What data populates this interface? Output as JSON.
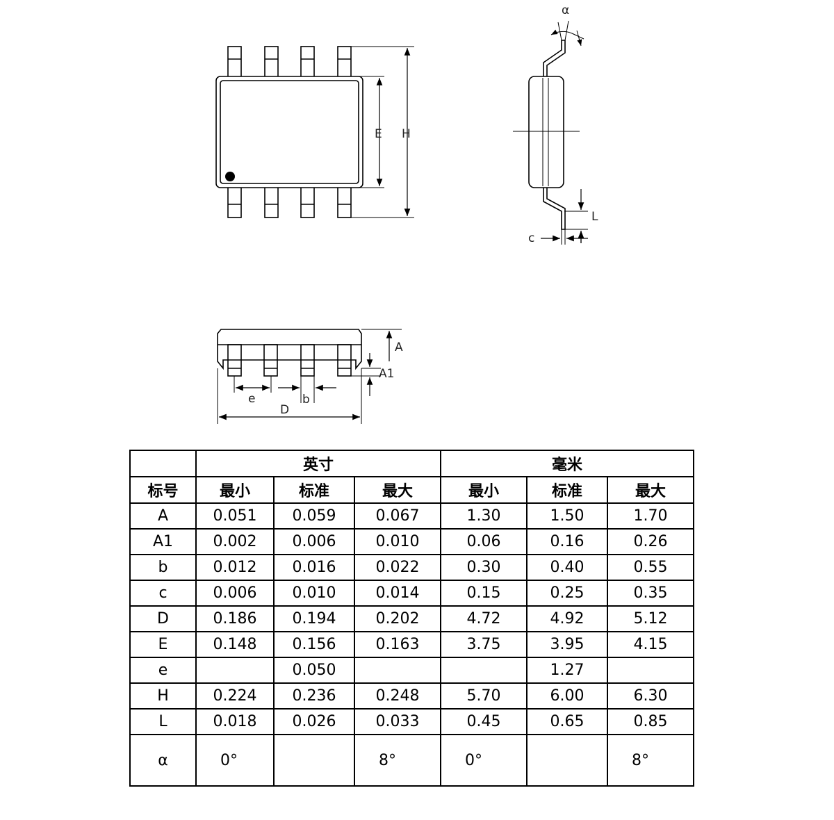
{
  "labels": {
    "E": "E",
    "H": "H",
    "alpha": "α",
    "L": "L",
    "c": "c",
    "A": "A",
    "A1": "A1",
    "e": "e",
    "b": "b",
    "D": "D"
  },
  "table": {
    "group_inch": "英寸",
    "group_mm": "毫米",
    "col_symbol": "标号",
    "col_min": "最小",
    "col_nom": "标准",
    "col_max": "最大",
    "rows": [
      {
        "sym": "A",
        "in_min": "0.051",
        "in_nom": "0.059",
        "in_max": "0.067",
        "mm_min": "1.30",
        "mm_nom": "1.50",
        "mm_max": "1.70"
      },
      {
        "sym": "A1",
        "in_min": "0.002",
        "in_nom": "0.006",
        "in_max": "0.010",
        "mm_min": "0.06",
        "mm_nom": "0.16",
        "mm_max": "0.26"
      },
      {
        "sym": "b",
        "in_min": "0.012",
        "in_nom": "0.016",
        "in_max": "0.022",
        "mm_min": "0.30",
        "mm_nom": "0.40",
        "mm_max": "0.55"
      },
      {
        "sym": "c",
        "in_min": "0.006",
        "in_nom": "0.010",
        "in_max": "0.014",
        "mm_min": "0.15",
        "mm_nom": "0.25",
        "mm_max": "0.35"
      },
      {
        "sym": "D",
        "in_min": "0.186",
        "in_nom": "0.194",
        "in_max": "0.202",
        "mm_min": "4.72",
        "mm_nom": "4.92",
        "mm_max": "5.12"
      },
      {
        "sym": "E",
        "in_min": "0.148",
        "in_nom": "0.156",
        "in_max": "0.163",
        "mm_min": "3.75",
        "mm_nom": "3.95",
        "mm_max": "4.15"
      },
      {
        "sym": "e",
        "in_min": "",
        "in_nom": "0.050",
        "in_max": "",
        "mm_min": "",
        "mm_nom": "1.27",
        "mm_max": ""
      },
      {
        "sym": "H",
        "in_min": "0.224",
        "in_nom": "0.236",
        "in_max": "0.248",
        "mm_min": "5.70",
        "mm_nom": "6.00",
        "mm_max": "6.30"
      },
      {
        "sym": "L",
        "in_min": "0.018",
        "in_nom": "0.026",
        "in_max": "0.033",
        "mm_min": "0.45",
        "mm_nom": "0.65",
        "mm_max": "0.85"
      },
      {
        "sym": "α",
        "in_min": "0°",
        "in_nom": "",
        "in_max": "8°",
        "mm_min": "0°",
        "mm_nom": "",
        "mm_max": "8°"
      }
    ]
  }
}
